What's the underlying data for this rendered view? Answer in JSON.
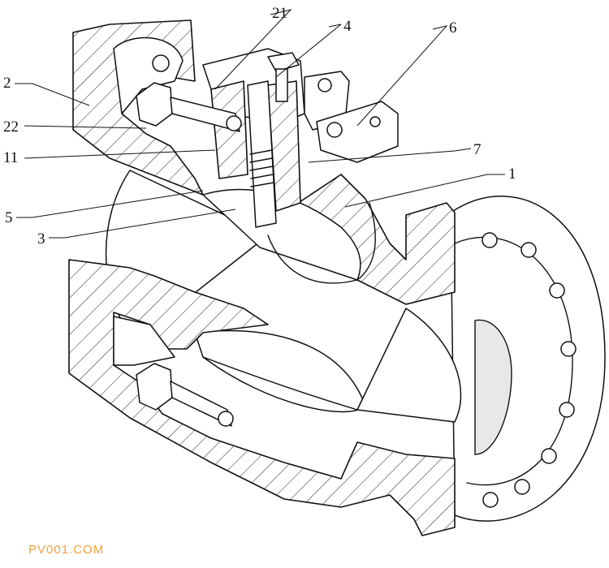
{
  "diagram": {
    "labels": [
      {
        "id": "21",
        "text": "21"
      },
      {
        "id": "4",
        "text": "4"
      },
      {
        "id": "6",
        "text": "6"
      },
      {
        "id": "2",
        "text": "2"
      },
      {
        "id": "22",
        "text": "22"
      },
      {
        "id": "11",
        "text": "11"
      },
      {
        "id": "7",
        "text": "7"
      },
      {
        "id": "1",
        "text": "1"
      },
      {
        "id": "5",
        "text": "5"
      },
      {
        "id": "3",
        "text": "3"
      }
    ],
    "watermark": "PV001.COM"
  }
}
